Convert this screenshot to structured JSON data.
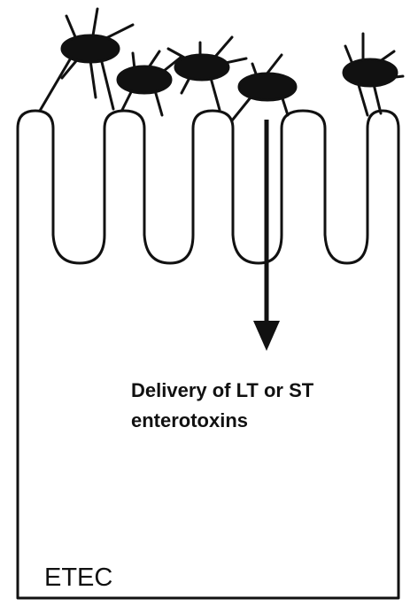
{
  "diagram": {
    "delivery_label_line1": "Delivery of LT or ST",
    "delivery_label_line2": "enterotoxins",
    "corner_label": "ETEC",
    "colors": {
      "ink": "#111111",
      "background": "#ffffff"
    },
    "bacteria_count": 5,
    "villi_count": 5
  }
}
